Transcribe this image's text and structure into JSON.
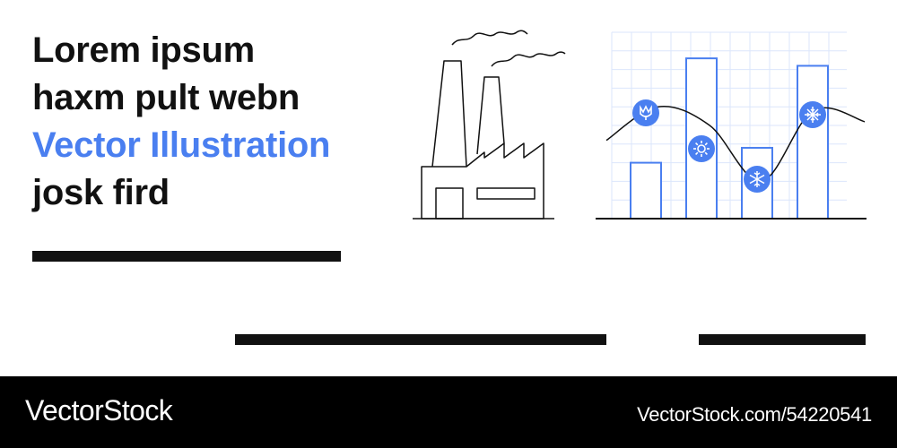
{
  "headline": {
    "line1": "Lorem ipsum",
    "line2": "haxm pult webn",
    "line3": "Vector Illustration",
    "line4": "josk fird"
  },
  "colors": {
    "accent": "#4a7ff0",
    "ink": "#111111",
    "grid": "#dbe6fb",
    "footer_bg": "#000000"
  },
  "icons": [
    "factory-icon",
    "tulip-icon",
    "sun-icon",
    "snowflake-icon",
    "frost-icon"
  ],
  "chart_data": {
    "type": "bar",
    "categories": [
      "",
      "",
      "",
      ""
    ],
    "values": [
      30,
      86,
      38,
      82
    ],
    "ylim": [
      0,
      100
    ],
    "grid": true,
    "line_overlay": [
      42,
      60,
      50,
      20,
      58,
      52
    ]
  },
  "footer": {
    "brand": "VectorStock",
    "stock_id": "VectorStock.com/54220541"
  }
}
